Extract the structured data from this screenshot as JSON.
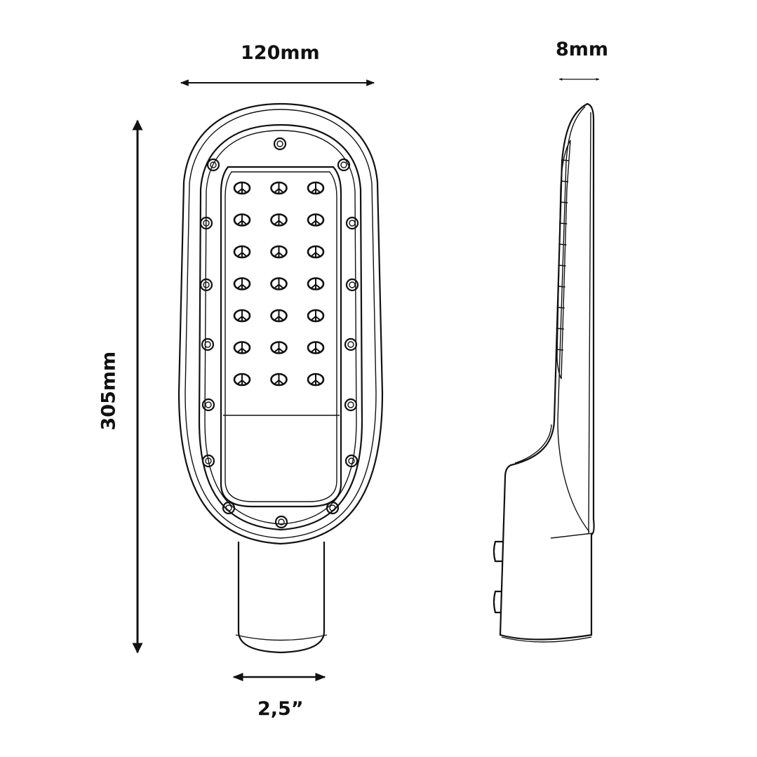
{
  "dimensions": {
    "width_label": "120mm",
    "depth_label": "8mm",
    "height_label": "305mm",
    "pole_label": "2,5”"
  },
  "figure": {
    "led_rows": 7,
    "led_cols": 3,
    "side_slots": 10
  },
  "colors": {
    "line": "#111111",
    "background": "#ffffff"
  }
}
